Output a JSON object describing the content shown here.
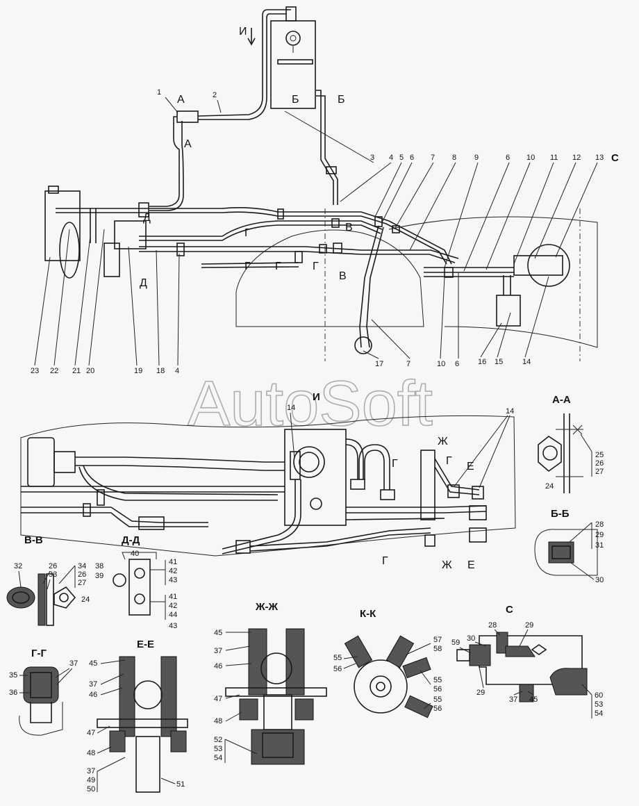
{
  "watermark": "AutoSoft",
  "section_titles": {
    "aa": "А-А",
    "bb": "Б-Б",
    "vv": "В-В",
    "dd": "Д-Д",
    "zhzh": "Ж-Ж",
    "kk": "К-К",
    "s": "С",
    "gg": "Г-Г",
    "ee": "Е-Е",
    "i_view": "И"
  },
  "main_view_callouts": {
    "top_row": [
      "1",
      "2",
      "3",
      "4",
      "5",
      "6",
      "7",
      "8",
      "9",
      "6",
      "10",
      "11",
      "12",
      "13",
      "С"
    ],
    "bottom_row": [
      "23",
      "22",
      "21",
      "20",
      "19",
      "18",
      "4",
      "17",
      "7",
      "10",
      "6",
      "16",
      "15",
      "14"
    ]
  },
  "view_markers": {
    "i": "И",
    "a1": "А",
    "a2": "А",
    "b1": "Б",
    "b2": "Б",
    "v1": "В",
    "v2": "В",
    "g1": "Г",
    "g2": "Г",
    "g3": "Г",
    "g4": "Г",
    "d1": "Д",
    "d2": "Д"
  },
  "lower_view_markers": {
    "zh1": "Ж",
    "zh2": "Ж",
    "g1": "Г",
    "g2": "Г",
    "g3": "Г",
    "e1": "Е",
    "e2": "Е",
    "n14a": "14",
    "n14b": "14"
  },
  "section_callouts": {
    "aa": [
      "24",
      "25",
      "26",
      "27"
    ],
    "bb": [
      "28",
      "29",
      "30",
      "31"
    ],
    "vv": [
      "32",
      "26",
      "33",
      "34",
      "26",
      "27",
      "24"
    ],
    "dd": [
      "38",
      "39",
      "40",
      "41",
      "42",
      "43",
      "41",
      "42",
      "44",
      "43"
    ],
    "gg": [
      "35",
      "36",
      "37"
    ],
    "ee": [
      "45",
      "37",
      "46",
      "47",
      "48",
      "37",
      "49",
      "50",
      "51"
    ],
    "zhzh": [
      "45",
      "37",
      "46",
      "47",
      "48",
      "52",
      "53",
      "54"
    ],
    "kk": [
      "57",
      "58",
      "55",
      "56",
      "55",
      "56",
      "55",
      "56"
    ],
    "s": [
      "59",
      "30",
      "28",
      "29",
      "29",
      "37",
      "45",
      "60",
      "53",
      "54"
    ]
  }
}
